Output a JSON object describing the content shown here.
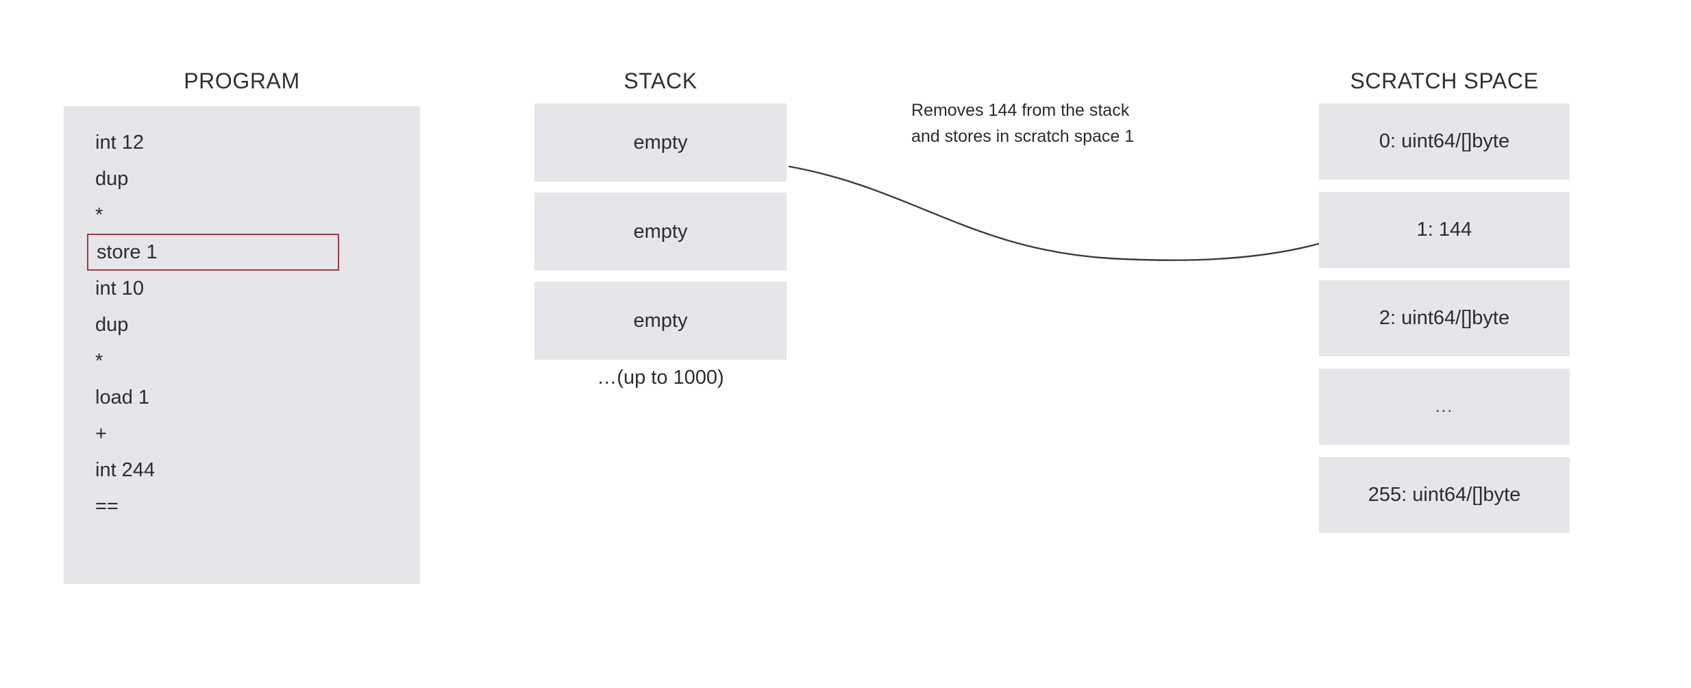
{
  "columns": {
    "program": {
      "title": "PROGRAM",
      "lines": [
        {
          "text": "int 12",
          "highlighted": false
        },
        {
          "text": "dup",
          "highlighted": false
        },
        {
          "text": "*",
          "highlighted": false
        },
        {
          "text": "store 1",
          "highlighted": true
        },
        {
          "text": "int 10",
          "highlighted": false
        },
        {
          "text": "dup",
          "highlighted": false
        },
        {
          "text": "*",
          "highlighted": false
        },
        {
          "text": "load 1",
          "highlighted": false
        },
        {
          "text": "+",
          "highlighted": false
        },
        {
          "text": "int 244",
          "highlighted": false
        },
        {
          "text": "==",
          "highlighted": false
        }
      ]
    },
    "stack": {
      "title": "STACK",
      "cells": [
        "empty",
        "empty",
        "empty"
      ],
      "footnote": "…(up to 1000)"
    },
    "scratch": {
      "title": "SCRATCH SPACE",
      "cells": [
        "0: uint64/[]byte",
        "1: 144",
        "2: uint64/[]byte",
        "...",
        "255: uint64/[]byte"
      ]
    }
  },
  "annotation": {
    "line1": "Removes 144 from the stack",
    "line2": "and stores in scratch space 1"
  },
  "colors": {
    "panel_fill": "#e4e6e9",
    "highlight_border": "#a23744",
    "text": "#2b2c2f",
    "arrow": "#3b3b3d",
    "background": "#ffffff"
  }
}
